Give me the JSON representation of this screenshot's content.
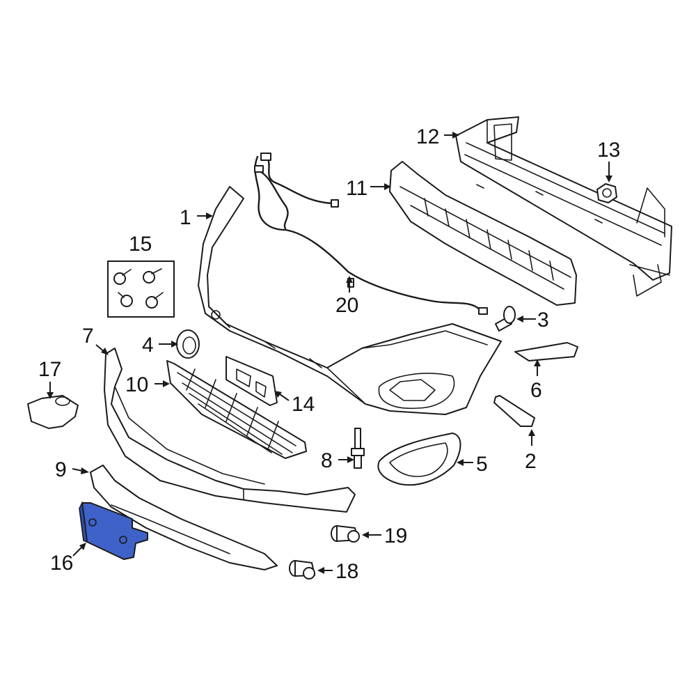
{
  "diagram": {
    "highlight_color": "#3f62c8",
    "line_color": "#1a1a1a",
    "background": "#ffffff",
    "callouts": [
      "1",
      "2",
      "3",
      "4",
      "5",
      "6",
      "7",
      "8",
      "9",
      "10",
      "11",
      "12",
      "13",
      "14",
      "15",
      "16",
      "17",
      "18",
      "19",
      "20"
    ],
    "highlighted_part": "16"
  }
}
